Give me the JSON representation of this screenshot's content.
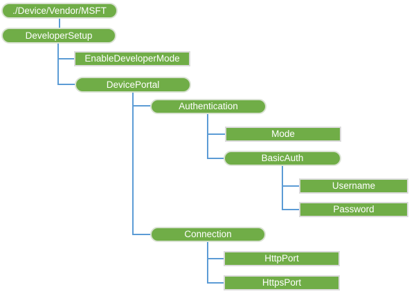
{
  "colors": {
    "background": "#FFFFFF",
    "node_fill": "#70AD47",
    "node_text": "#FFFFFF",
    "connector": "#5B9BD5",
    "pill_border": "#D9E2D2",
    "leaf_border": "#DBDBDB"
  },
  "tree": {
    "label": "./Device/Vendor/MSFT",
    "children": [
      {
        "label": "DeveloperSetup",
        "children": [
          {
            "label": "EnableDeveloperMode",
            "children": []
          },
          {
            "label": "DevicePortal",
            "children": [
              {
                "label": "Authentication",
                "children": [
                  {
                    "label": "Mode",
                    "children": []
                  },
                  {
                    "label": "BasicAuth",
                    "children": [
                      {
                        "label": "Username",
                        "children": []
                      },
                      {
                        "label": "Password",
                        "children": []
                      }
                    ]
                  }
                ]
              },
              {
                "label": "Connection",
                "children": [
                  {
                    "label": "HttpPort",
                    "children": []
                  },
                  {
                    "label": "HttpsPort",
                    "children": []
                  }
                ]
              }
            ]
          }
        ]
      }
    ]
  }
}
